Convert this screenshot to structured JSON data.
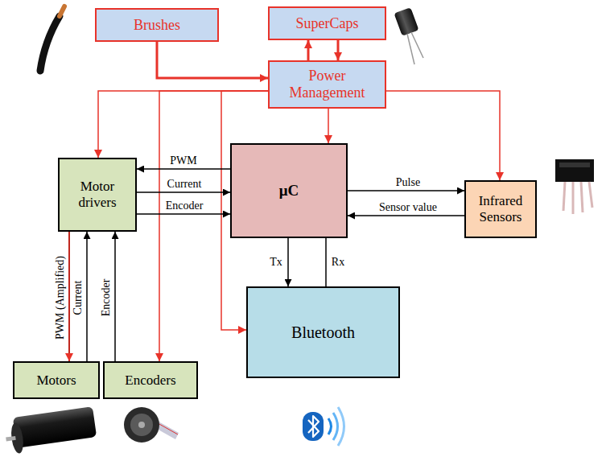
{
  "diagram": {
    "nodes": [
      {
        "text": [
          "Brushes"
        ]
      },
      {
        "text": [
          "SuperCaps"
        ]
      },
      {
        "text": [
          "Power Management"
        ]
      },
      {
        "text": [
          "Motor drivers"
        ]
      },
      {
        "text": [
          "μC"
        ]
      },
      {
        "text": [
          "Infrared Sensors"
        ]
      },
      {
        "text": [
          "Bluetooth"
        ]
      },
      {
        "text": [
          "Motors"
        ]
      },
      {
        "text": [
          "Encoders"
        ]
      }
    ],
    "edges": [
      {
        "from": 0,
        "to": 2,
        "arrow": "to"
      },
      {
        "from": 2,
        "to": 1,
        "arrow": "to"
      },
      {
        "from": 1,
        "to": 2,
        "arrow": "to"
      },
      {
        "from": 2,
        "to": 3,
        "arrow": "to"
      },
      {
        "from": 2,
        "to": 8,
        "arrow": "to"
      },
      {
        "from": 2,
        "to": 6,
        "arrow": "to"
      },
      {
        "from": 2,
        "to": 4,
        "arrow": "to"
      },
      {
        "from": 2,
        "to": 5,
        "arrow": "to"
      },
      {
        "from": 4,
        "to": 3,
        "label": "PWM",
        "arrow": "to"
      },
      {
        "from": 3,
        "to": 4,
        "label": "Current",
        "arrow": "to"
      },
      {
        "from": 3,
        "to": 4,
        "label": "Encoder",
        "arrow": "to"
      },
      {
        "from": 4,
        "to": 5,
        "label": "Pulse",
        "arrow": "to"
      },
      {
        "from": 5,
        "to": 4,
        "label": "Sensor value",
        "arrow": "to"
      },
      {
        "from": 4,
        "to": 6,
        "label": "Tx",
        "arrow": "to"
      },
      {
        "from": 6,
        "to": 4,
        "label": "Rx",
        "arrow": "to"
      },
      {
        "from": 3,
        "to": 7,
        "label": "PWM (Amplified)",
        "arrow": "to"
      },
      {
        "from": 7,
        "to": 3,
        "label": "Current",
        "arrow": "to"
      },
      {
        "from": 8,
        "to": 3,
        "label": "Encoder",
        "arrow": "to"
      }
    ]
  }
}
